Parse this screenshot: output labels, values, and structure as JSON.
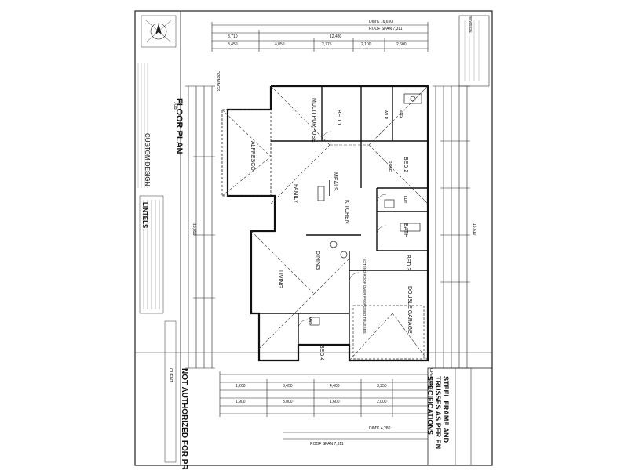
{
  "sheet": {
    "title": "FLOOR PLAN",
    "job_label": "JOB",
    "design_label": "CUSTOM DESIGN",
    "lintels_label": "LINTELS",
    "not_authorized": "NOT AUTHORIZED FOR PRINT",
    "specs_line1": "STEEL FRAME AND",
    "specs_line2": "TRUSSES AS PER EN",
    "specs_line3": "SPECIFICATIONS",
    "client_label": "CLIENT:",
    "openings_label": "OPENINGS"
  },
  "rooms": {
    "bed1": "BED 1",
    "multi_purpose": "MULTI PURPOSE",
    "meals": "MEALS",
    "family": "FAMILY",
    "kitchen": "KITCHEN",
    "bed2": "BED 2",
    "bath": "BATH",
    "bed3": "BED 3",
    "double_garage": "DOUBLE GARAGE",
    "dining": "DINING",
    "living": "LIVING",
    "bed4": "BED 4",
    "alfresco": "ALFRESCO",
    "ldy": "LDY",
    "wc": "WC",
    "robe": "ROBE",
    "wir": "W.I.R",
    "ens": "ENS"
  },
  "dimensions": {
    "top_overall": "DIM'K 16,650",
    "top_roof": "ROOF SPAN 7,311",
    "bottom_overall": "DIM'K 4,280",
    "bottom_roof": "ROOF SPAN 7,311",
    "top_row1": [
      "3,710",
      "12,480"
    ],
    "top_row2": [
      "3,450",
      "4,050",
      "2,775",
      "2,100",
      "2,600"
    ],
    "bottom_row1": [
      "1,200",
      "3,450",
      "4,400",
      "3,950"
    ],
    "bottom_row2": [
      "1,900",
      "3,000",
      "1,600",
      "2,000"
    ],
    "left_overall": "16,850",
    "right_overall": "15,610"
  },
  "notes": {
    "garage_note": "EXTEND ROOF OVER PROPOSED TRUSSES",
    "revision": "REVISION"
  }
}
